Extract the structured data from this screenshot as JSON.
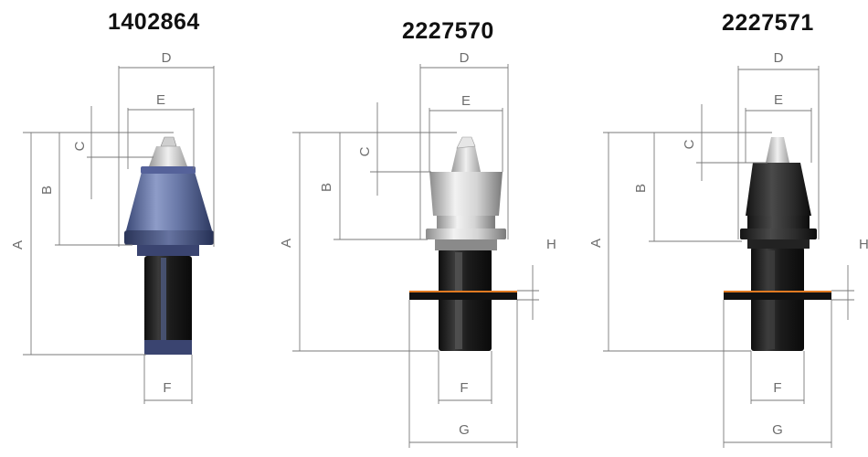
{
  "products": [
    {
      "id": "1402864",
      "variant": "blue",
      "dimensions": [
        "A",
        "B",
        "C",
        "D",
        "E",
        "F"
      ]
    },
    {
      "id": "2227570",
      "variant": "grey",
      "dimensions": [
        "A",
        "B",
        "C",
        "D",
        "E",
        "F",
        "G",
        "H"
      ]
    },
    {
      "id": "2227571",
      "variant": "black",
      "dimensions": [
        "A",
        "B",
        "C",
        "D",
        "E",
        "F",
        "G",
        "H"
      ]
    }
  ],
  "colors": {
    "dimension_line": "#7a7a7a",
    "label": "#6d6d6d",
    "title": "#111111",
    "collar": "#e07a22"
  }
}
